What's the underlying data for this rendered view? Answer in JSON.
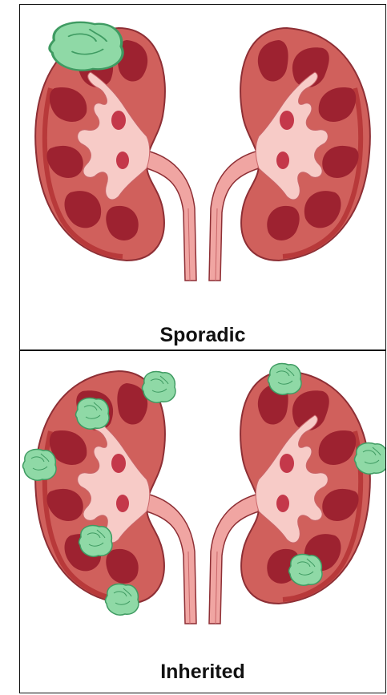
{
  "panels": [
    {
      "label": "Sporadic",
      "tumor_count": 1
    },
    {
      "label": "Inherited",
      "tumor_count": 8
    }
  ],
  "colors": {
    "cortex": "#d0605c",
    "capsule": "#b8393a",
    "medulla": "#9d2230",
    "pelvis": "#f7cbc7",
    "ureter": "#f0a5a2",
    "tumor": "#8fd9a6",
    "tumor_outline": "#3f9b62"
  },
  "icons": [
    "kidney-left",
    "kidney-right",
    "tumor-nodule"
  ]
}
